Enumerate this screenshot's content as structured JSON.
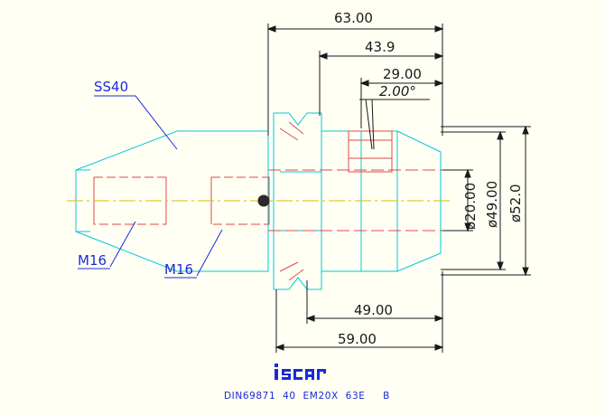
{
  "drawing": {
    "dimensions": {
      "overall_length": "63.00",
      "length_43": "43.9",
      "length_29": "29.00",
      "angle": "2.00°",
      "length_49": "49.00",
      "length_59": "59.00",
      "dia_20": "ø20.00",
      "dia_49": "ø49.00",
      "dia_52": "ø52.0"
    },
    "labels": {
      "taper": "SS40",
      "thread_left": "M16",
      "thread_right": "M16"
    },
    "brand": "iscar",
    "caption": "DIN69871  40  EM20X  63E     B"
  },
  "colors": {
    "background": "#fffff4",
    "outline": "#00c8d8",
    "hidden_lines": "#e04848",
    "center_line": "#e0b800",
    "dimension": "#1a1a1a",
    "labels": "#1a2bd8"
  }
}
